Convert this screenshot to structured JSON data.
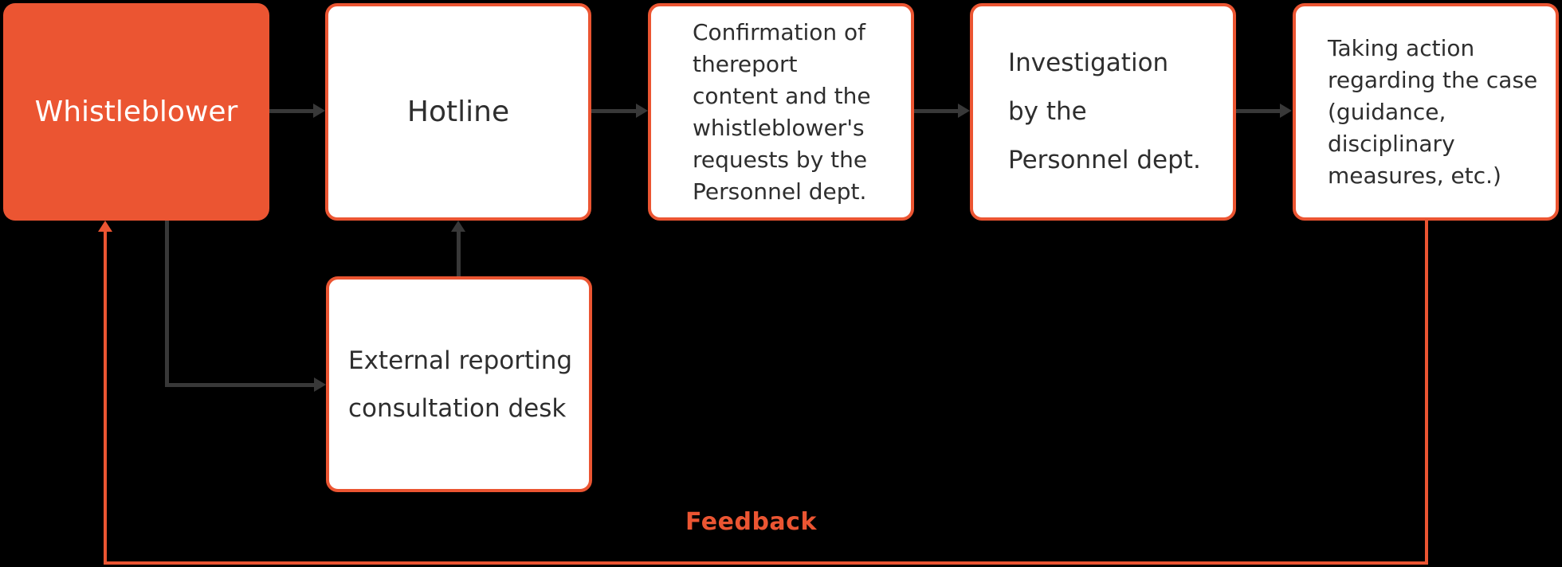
{
  "diagram": {
    "colors": {
      "accent": "#EB5532",
      "arrow": "#383838",
      "text": "#2E2E2E",
      "box-bg": "#FFFFFF",
      "bg": "#000000"
    },
    "nodes": [
      {
        "id": "whistleblower",
        "label": "Whistleblower",
        "variant": "filled"
      },
      {
        "id": "hotline",
        "label": "Hotline",
        "variant": "outline"
      },
      {
        "id": "confirmation",
        "label": "Confirmation of\nthereport\ncontent and the\nwhistleblower's\nrequests by the\nPersonnel dept.",
        "variant": "outline"
      },
      {
        "id": "investigation",
        "label": "Investigation\nby the\nPersonnel dept.",
        "variant": "outline"
      },
      {
        "id": "action",
        "label": "Taking action\nregarding the case\n(guidance,\ndisciplinary\nmeasures, etc.)",
        "variant": "outline"
      },
      {
        "id": "external",
        "label": "External reporting\nconsultation desk",
        "variant": "outline"
      }
    ],
    "feedback_label": "Feedback"
  }
}
